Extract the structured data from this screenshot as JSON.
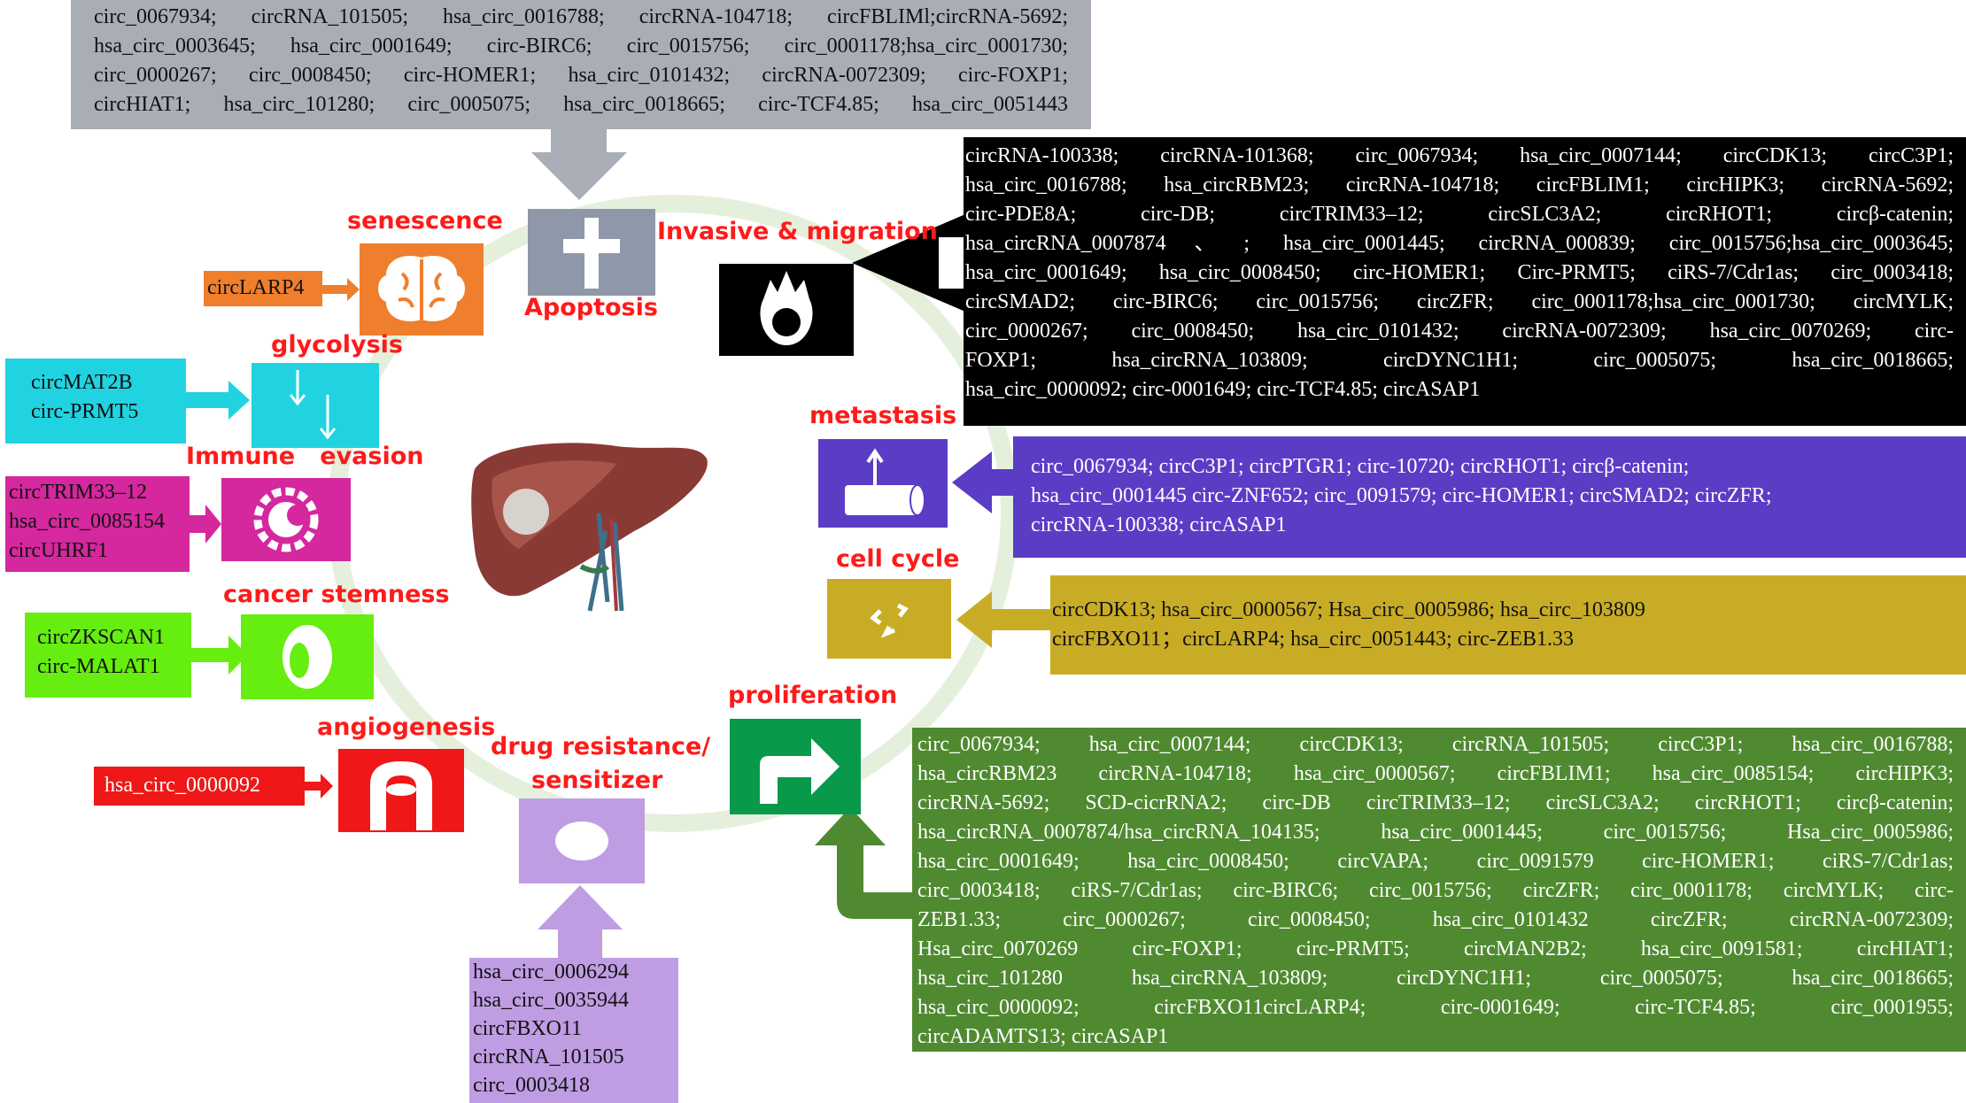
{
  "colors": {
    "gray": "#a9adb6",
    "black": "#000000",
    "blue": "#5b3cc5",
    "yellow": "#c9ac26",
    "green": "#4f8a30",
    "orange": "#ef7f2c",
    "cyan": "#21d3e0",
    "magenta": "#d5279e",
    "lime": "#66ee10",
    "red": "#ef1717",
    "lavender": "#bf9de3",
    "label": "#ff1a1a"
  },
  "labels": {
    "senescence": "senescence",
    "apoptosis": "Apoptosis",
    "invasive": "Invasive & migration",
    "glycolysis": "glycolysis",
    "immune": "Immune   evasion",
    "metastasis": "metastasis",
    "cell_cycle": "cell cycle",
    "stemness": "cancer stemness",
    "proliferation": "proliferation",
    "angiogenesis": "angiogenesis",
    "drug1": "drug resistance/",
    "drug2": "sensitizer"
  },
  "icons": {
    "senescence": "brain-icon",
    "apoptosis": "cross-icon",
    "invasive": "flame-cell-icon",
    "glycolysis": "arrows-down-icon",
    "immune": "immune-cell-icon",
    "metastasis": "cylinder-arrow-icon",
    "cell_cycle": "cycle-arrows-icon",
    "stemness": "stem-cell-icon",
    "proliferation": "turn-arrow-icon",
    "angiogenesis": "vessel-icon",
    "drug": "oval-icon",
    "center": "liver-icon"
  },
  "boxes": {
    "apoptosis": [
      "circ_0067934; circRNA_101505; hsa_circ_0016788; circRNA-104718; circFBLIMl;circRNA-5692;",
      "hsa_circ_0003645; hsa_circ_0001649; circ-BIRC6; circ_0015756; circ_0001178;hsa_circ_0001730;",
      "circ_0000267; circ_0008450; circ-HOMER1; hsa_circ_0101432; circRNA-0072309; circ-FOXP1;",
      "circHIAT1; hsa_circ_101280; circ_0005075; hsa_circ_0018665; circ-TCF4.85; hsa_circ_0051443"
    ],
    "invasive": [
      "circRNA-100338; circRNA-101368; circ_0067934; hsa_circ_0007144; circCDK13; circC3P1;",
      "hsa_circ_0016788; hsa_circRBM23; circRNA-104718; circFBLIM1; circHIPK3; circRNA-5692;",
      "circ-PDE8A; circ-DB; circTRIM33–12; circSLC3A2; circRHOT1; circβ-catenin;",
      "hsa_circRNA_0007874、; hsa_circ_0001445; circRNA_000839; circ_0015756;hsa_circ_0003645;",
      "hsa_circ_0001649; hsa_circ_0008450; circ-HOMER1; Circ-PRMT5; ciRS-7/Cdr1as; circ_0003418;",
      "circSMAD2; circ-BIRC6; circ_0015756; circZFR; circ_0001178;hsa_circ_0001730; circMYLK;",
      "circ_0000267; circ_0008450; hsa_circ_0101432; circRNA-0072309; hsa_circ_0070269; circ-",
      "FOXP1; hsa_circRNA_103809; circDYNC1H1; circ_0005075; hsa_circ_0018665;",
      "hsa_circ_0000092; circ-0001649; circ-TCF4.85; circASAP1"
    ],
    "metastasis": [
      "circ_0067934; circC3P1; circPTGR1; circ-10720; circRHOT1; circβ-catenin;",
      " hsa_circ_0001445 circ-ZNF652; circ_0091579; circ-HOMER1; circSMAD2; circZFR;",
      "circRNA-100338; circASAP1"
    ],
    "cell_cycle": [
      "circCDK13; hsa_circ_0000567; Hsa_circ_0005986; hsa_circ_103809",
      " circFBXO11；circLARP4; hsa_circ_0051443; circ-ZEB1.33"
    ],
    "proliferation": [
      "circ_0067934; hsa_circ_0007144; circCDK13; circRNA_101505; circC3P1; hsa_circ_0016788;",
      "hsa_circRBM23 circRNA-104718; hsa_circ_0000567; circFBLIM1; hsa_circ_0085154; circHIPK3;",
      "circRNA-5692; SCD-cicrRNA2; circ-DB circTRIM33–12; circSLC3A2; circRHOT1; circβ-catenin;",
      "hsa_circRNA_0007874/hsa_circRNA_104135; hsa_circ_0001445; circ_0015756; Hsa_circ_0005986;",
      "hsa_circ_0001649; hsa_circ_0008450; circVAPA; circ_0091579 circ-HOMER1; ciRS-7/Cdr1as;",
      "circ_0003418; ciRS-7/Cdr1as; circ-BIRC6; circ_0015756; circZFR; circ_0001178; circMYLK; circ-",
      "ZEB1.33; circ_0000267; circ_0008450; hsa_circ_0101432 circZFR; circRNA-0072309;",
      "Hsa_circ_0070269 circ-FOXP1; circ-PRMT5; circMAN2B2; hsa_circ_0091581; circHIAT1;",
      "hsa_circ_101280 hsa_circRNA_103809; circDYNC1H1; circ_0005075; hsa_circ_0018665;",
      "hsa_circ_0000092; circFBXO11circLARP4; circ-0001649; circ-TCF4.85; circ_0001955;",
      "circADAMTS13; circASAP1"
    ],
    "drug": [
      "hsa_circ_0006294",
      "hsa_circ_0035944",
      "circFBXO11",
      "circRNA_101505",
      "circ_0003418"
    ],
    "senescence": [
      "circLARP4"
    ],
    "glycolysis": [
      "circMAT2B",
      "circ-PRMT5"
    ],
    "immune": [
      "circTRIM33–12",
      "hsa_circ_0085154",
      "circUHRF1"
    ],
    "stemness": [
      "circZKSCAN1",
      "circ-MALAT1"
    ],
    "angiogenesis": [
      "hsa_circ_0000092"
    ]
  }
}
